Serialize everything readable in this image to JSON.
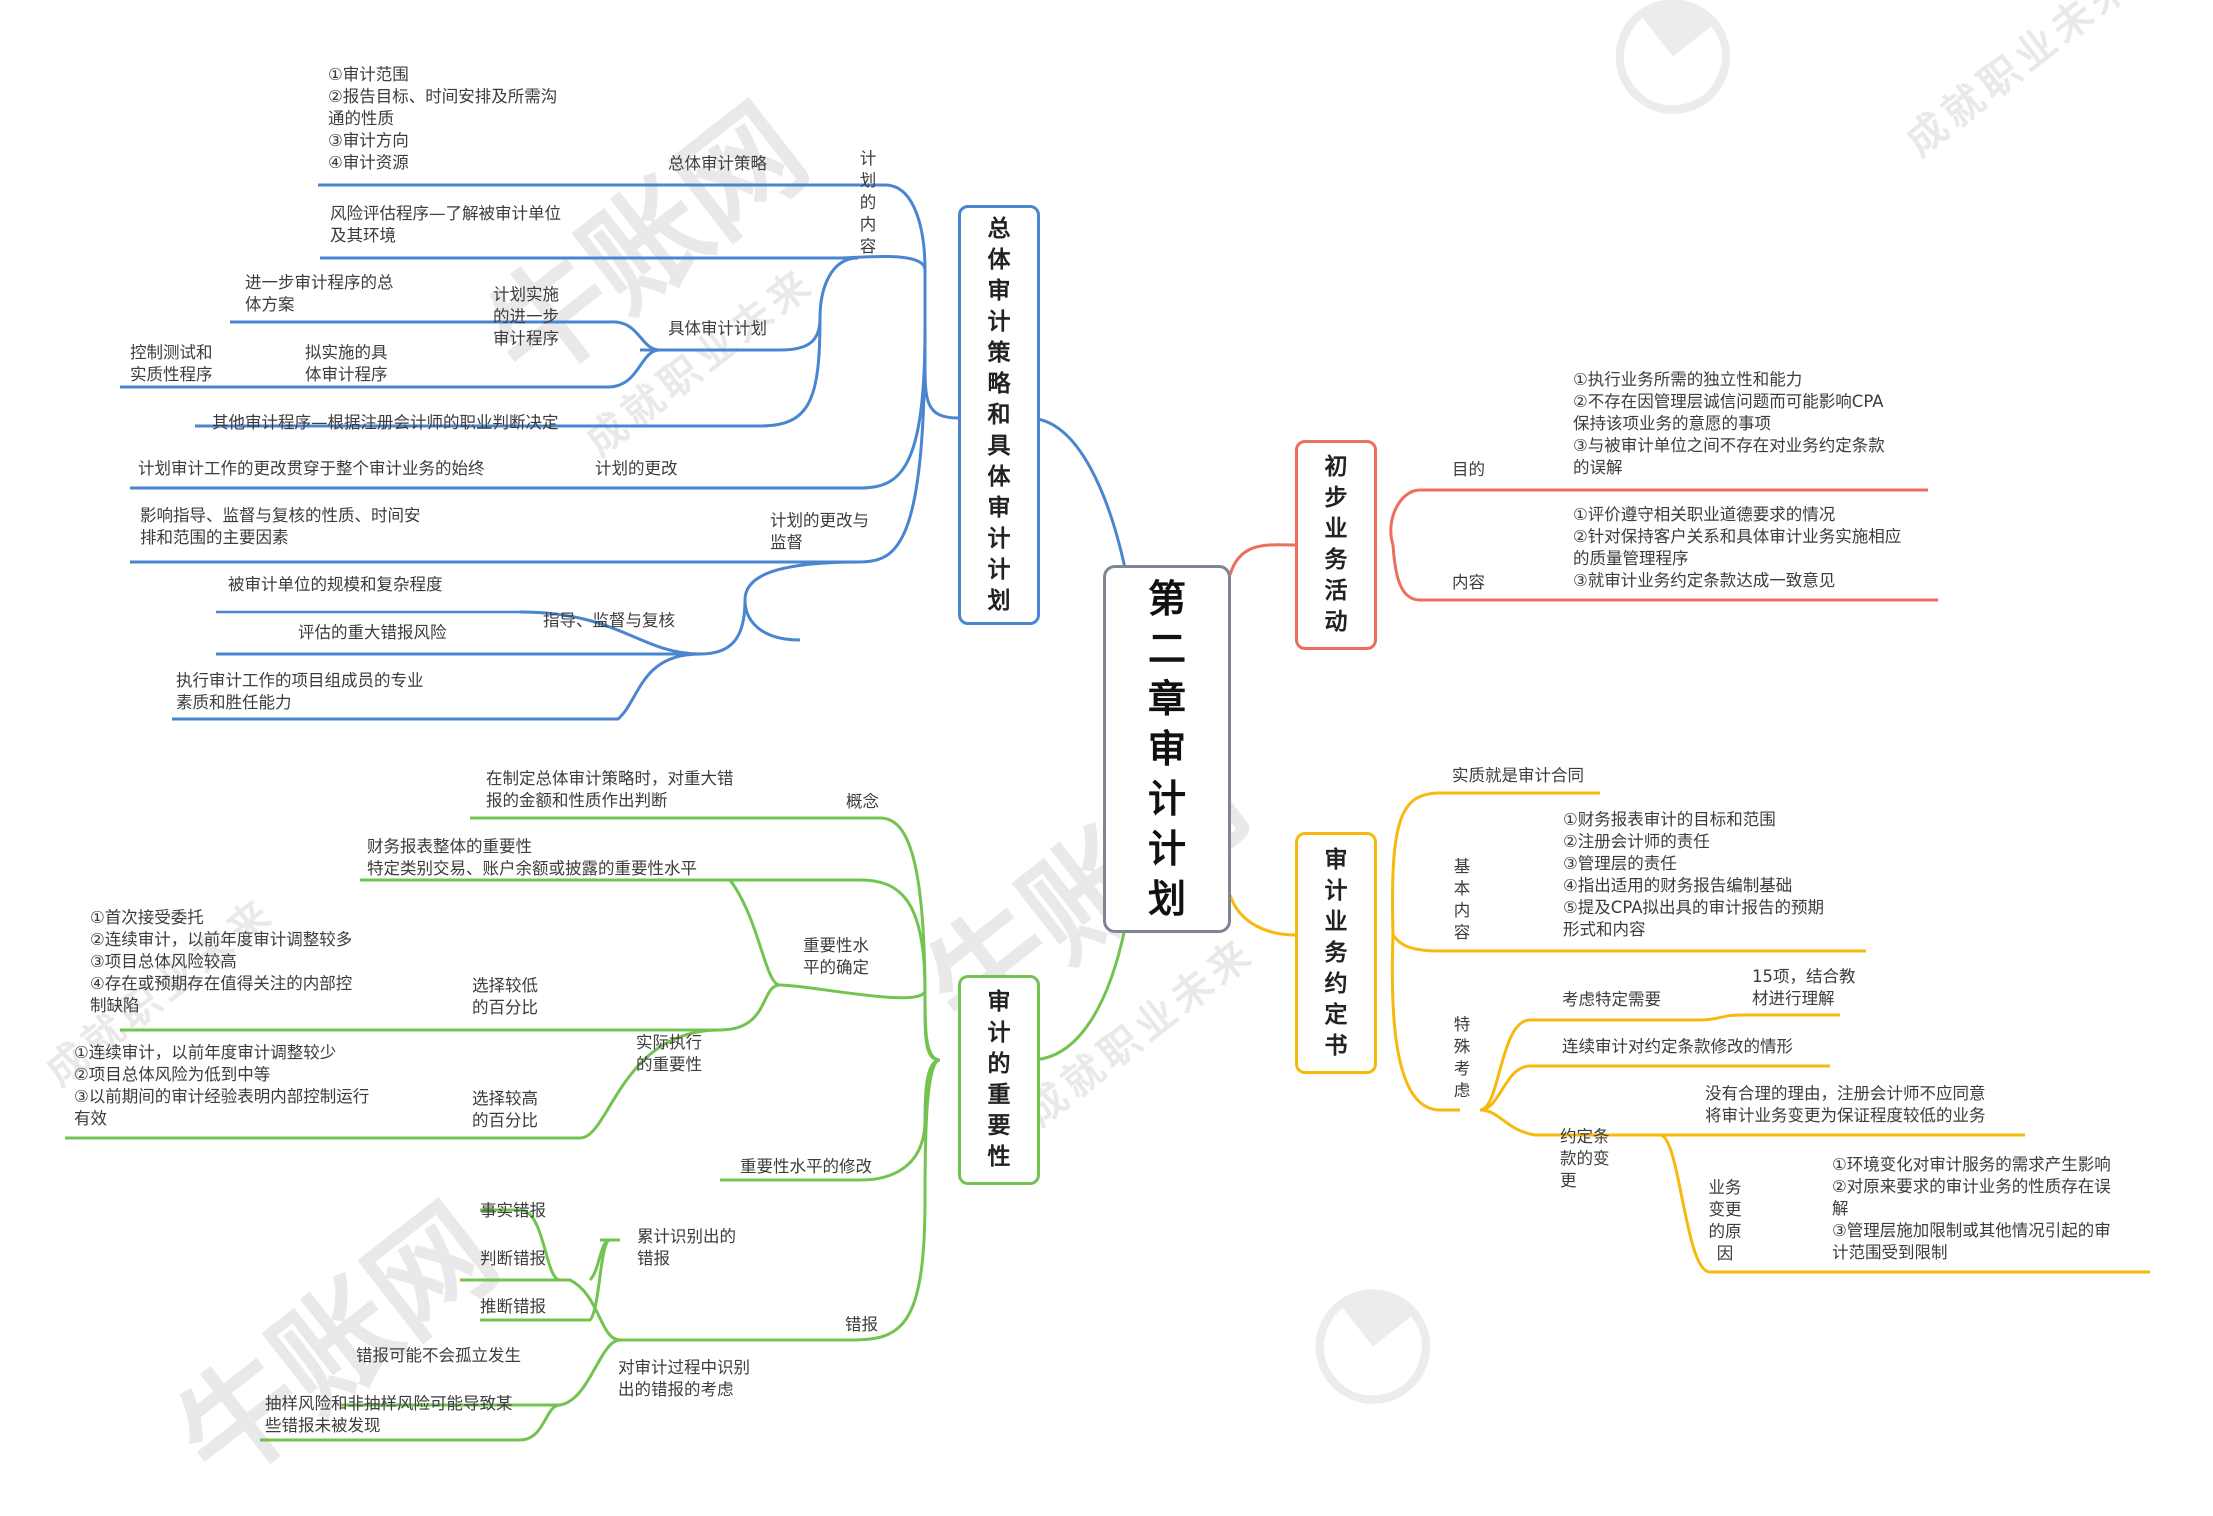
{
  "colors": {
    "blue": "#4a86cf",
    "red": "#ec6e5e",
    "orange": "#f7b90e",
    "green": "#73c350",
    "center": "#7e8593"
  },
  "watermark": {
    "brand": "牛账网",
    "slogan": "成就职业未来"
  },
  "center": {
    "title": "第二章审计计划"
  },
  "branches": {
    "plan": {
      "title": "总体审计策略和具体审计计划",
      "plan_content": "计划的内容",
      "overall_strategy": {
        "label": "总体审计策略",
        "items": "①审计范围\n②报告目标、时间安排及所需沟\n通的性质\n③审计方向\n④审计资源"
      },
      "specific_plan": {
        "label": "具体审计计划",
        "risk": "风险评估程序—了解被审计单位\n及其环境",
        "further": "计划实施\n的进一步\n审计程序",
        "further_overall": "进一步审计程序的总\n体方案",
        "planned_specific": "拟实施的具\n体审计程序",
        "control_substantive": "控制测试和\n实质性程序",
        "other": "其他审计程序—根据注册会计师的职业判断决定"
      },
      "change_supervision": {
        "label": "计划的更改与\n监督",
        "change_label": "计划的更改",
        "change_text": "计划审计工作的更改贯穿于整个审计业务的始终",
        "supervision_label": "指导、监督与复核",
        "factors": "影响指导、监督与复核的性质、时间安\n排和范围的主要因素",
        "f1": "被审计单位的规模和复杂程度",
        "f2": "评估的重大错报风险",
        "f3": "执行审计工作的项目组成员的专业\n素质和胜任能力"
      }
    },
    "preliminary": {
      "title": "初步业务活动",
      "purpose_label": "目的",
      "purpose": "①执行业务所需的独立性和能力\n②不存在因管理层诚信问题而可能影响CPA\n保持该项业务的意愿的事项\n③与被审计单位之间不存在对业务约定条款\n的误解",
      "content_label": "内容",
      "content": "①评价遵守相关职业道德要求的情况\n②针对保持客户关系和具体审计业务实施相应\n的质量管理程序\n③就审计业务约定条款达成一致意见"
    },
    "engagement": {
      "title": "审计业务约定书",
      "essence": "实质就是审计合同",
      "basic_label": "基本内容",
      "basic": "①财务报表审计的目标和范围\n②注册会计师的责任\n③管理层的责任\n④指出适用的财务报告编制基础\n⑤提及CPA拟出具的审计报告的预期\n形式和内容",
      "special_label": "特殊考虑",
      "consider": "考虑特定需要",
      "consider_detail": "15项，结合教\n材进行理解",
      "continuous": "连续审计对约定条款修改的情形",
      "change_label": "约定条\n款的变\n更",
      "no_reason": "没有合理的理由，注册会计师不应同意\n将审计业务变更为保证程度较低的业务",
      "reason_label": "业务变更的原因",
      "reasons": "①环境变化对审计服务的需求产生影响\n②对原来要求的审计业务的性质存在误\n解\n③管理层施加限制或其他情况引起的审\n计范围受到限制"
    },
    "materiality": {
      "title": "审计的重要性",
      "concept_label": "概念",
      "concept": "在制定总体审计策略时，对重大错\n报的金额和性质作出判断",
      "determine_label": "重要性水\n平的确定",
      "fs_level": "财务报表整体的重要性\n特定类别交易、账户余额或披露的重要性水平",
      "practical_label": "实际执行\n的重要性",
      "low_label": "选择较低\n的百分比",
      "low": "①首次接受委托\n②连续审计，以前年度审计调整较多\n③项目总体风险较高\n④存在或预期存在值得关注的内部控\n制缺陷",
      "high_label": "选择较高\n的百分比",
      "high": "①连续审计，以前年度审计调整较少\n②项目总体风险为低到中等\n③以前期间的审计经验表明内部控制运行\n有效",
      "revise": "重要性水平的修改",
      "misstatement_label": "错报",
      "accum_label": "累计识别出的\n错报",
      "fact": "事实错报",
      "judgment": "判断错报",
      "projected": "推断错报",
      "consider_label": "对审计过程中识别\n出的错报的考虑",
      "not_isolated": "错报可能不会孤立发生",
      "sampling": "抽样风险和非抽样风险可能导致某\n些错报未被发现"
    }
  }
}
